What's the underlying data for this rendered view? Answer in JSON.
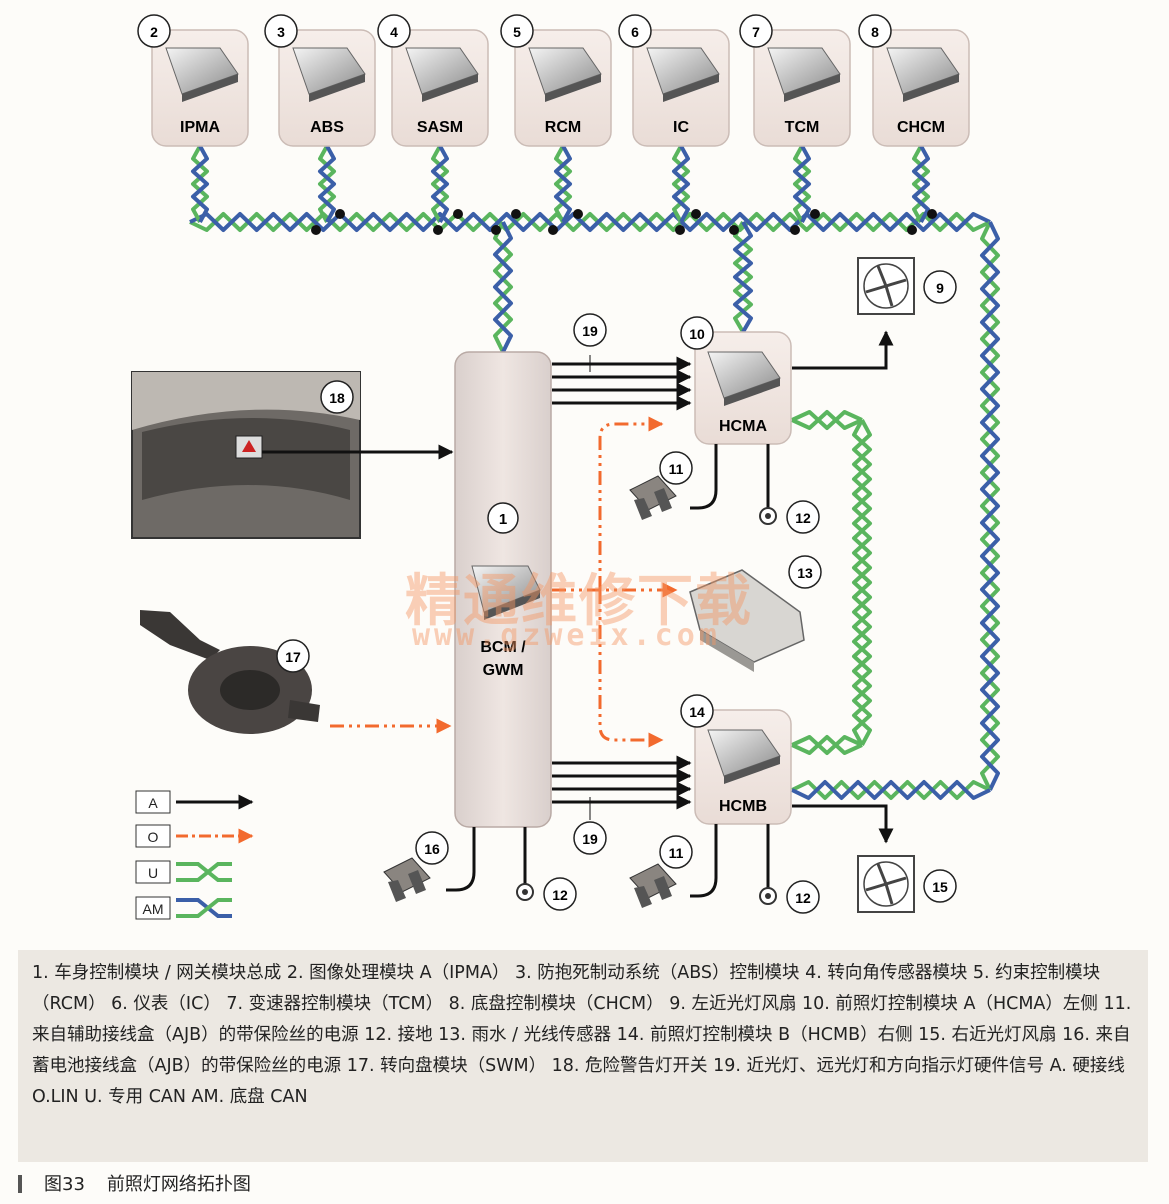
{
  "modules_top": [
    {
      "num": "2",
      "label": "IPMA"
    },
    {
      "num": "3",
      "label": "ABS"
    },
    {
      "num": "4",
      "label": "SASM"
    },
    {
      "num": "5",
      "label": "RCM"
    },
    {
      "num": "6",
      "label": "IC"
    },
    {
      "num": "7",
      "label": "TCM"
    },
    {
      "num": "8",
      "label": "CHCM"
    }
  ],
  "bcm": {
    "num": "1",
    "label_line1": "BCM /",
    "label_line2": "GWM"
  },
  "hcma": {
    "num": "10",
    "label": "HCMA"
  },
  "hcmb": {
    "num": "14",
    "label": "HCMB"
  },
  "callouts": {
    "fan_left": "9",
    "fan_right": "15",
    "fuse_a": "11",
    "fuse_b": "11",
    "fuse_bat": "16",
    "ground_a": "12",
    "ground_b": "12",
    "ground_c": "12",
    "rain_sensor": "13",
    "hazard_switch": "18",
    "swm": "17",
    "wires_upper": "19",
    "wires_lower": "19"
  },
  "legend": [
    {
      "key": "A",
      "color": "#111111",
      "style": "solid-arrow"
    },
    {
      "key": "O",
      "color": "#f26a2e",
      "style": "dash-dot-arrow"
    },
    {
      "key": "U",
      "color": "#5ab55e",
      "style": "twisted-pair"
    },
    {
      "key": "AM",
      "color": "#3b5fa8",
      "style": "twisted-pair"
    }
  ],
  "colors": {
    "can_green": "#5ab55e",
    "can_blue": "#3b5fa8",
    "lin_orange": "#f26a2e",
    "hardwire": "#111111"
  },
  "caption": "1. 车身控制模块 / 网关模块总成  2. 图像处理模块  A（IPMA）  3. 防抱死制动系统（ABS）控制模块  4. 转向角传感器模块  5. 约束控制模块（RCM）  6. 仪表（IC）  7. 变速器控制模块（TCM）  8. 底盘控制模块（CHCM）  9. 左近光灯风扇  10. 前照灯控制模块  A（HCMA）左侧  11. 来自辅助接线盒（AJB）的带保险丝的电源   12. 接地  13. 雨水 / 光线传感器  14. 前照灯控制模块  B（HCMB）右侧  15. 右近光灯风扇  16. 来自蓄电池接线盒（AJB）的带保险丝的电源  17. 转向盘模块（SWM）  18. 危险警告灯开关  19. 近光灯、远光灯和方向指示灯硬件信号  A. 硬接线  O.LIN  U. 专用 CAN  AM. 底盘 CAN",
  "figure": {
    "number": "图33",
    "title": "前照灯网络拓扑图"
  },
  "watermark": {
    "text": "精通维修下载",
    "url": "www.gzweix.com"
  }
}
